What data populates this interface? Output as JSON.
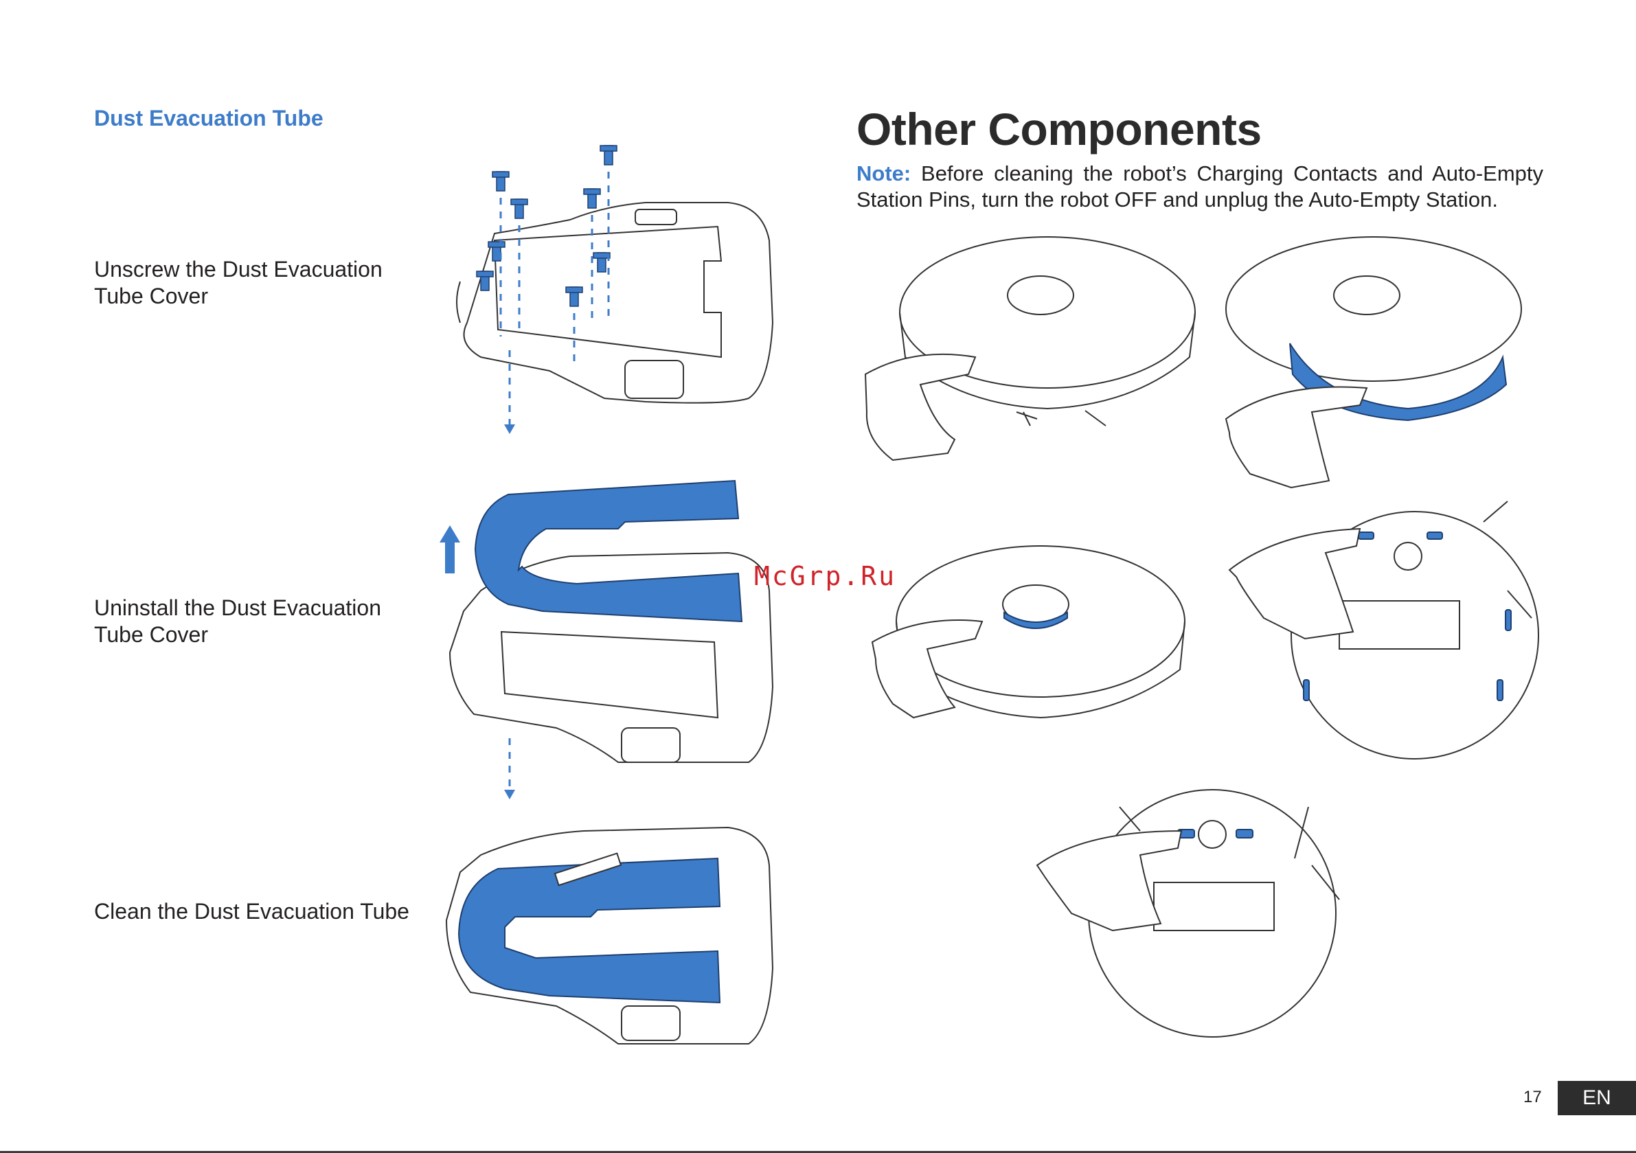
{
  "left": {
    "section_title": "Dust Evacuation Tube",
    "steps": [
      {
        "text": "Unscrew the Dust Evacuation Tube Cover"
      },
      {
        "text": "Uninstall the Dust Evacuation Tube Cover"
      },
      {
        "text": "Clean the Dust Evacuation Tube"
      }
    ]
  },
  "right": {
    "title": "Other Components",
    "note_label": "Note:",
    "note_text": "Before cleaning the robot’s Charging Contacts and Auto-Empty Station Pins, turn the robot OFF and unplug the Auto-Empty Station."
  },
  "watermark": "McGrp.Ru",
  "footer": {
    "page_number": "17",
    "language": "EN"
  },
  "colors": {
    "accent": "#3d7cc9",
    "badge_bg": "#2d2d2d",
    "watermark": "#d0232a"
  }
}
